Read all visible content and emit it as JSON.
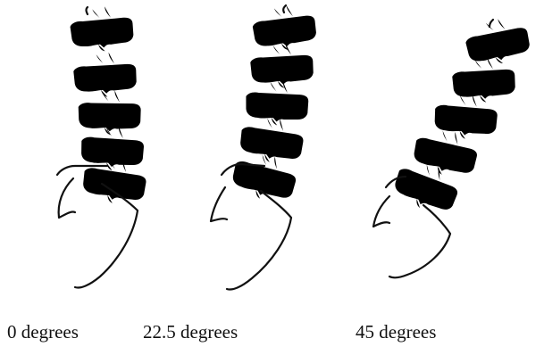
{
  "figure": {
    "panels": [
      {
        "caption": "0 degrees"
      },
      {
        "caption": "22.5 degrees"
      },
      {
        "caption": "45 degrees"
      }
    ]
  }
}
